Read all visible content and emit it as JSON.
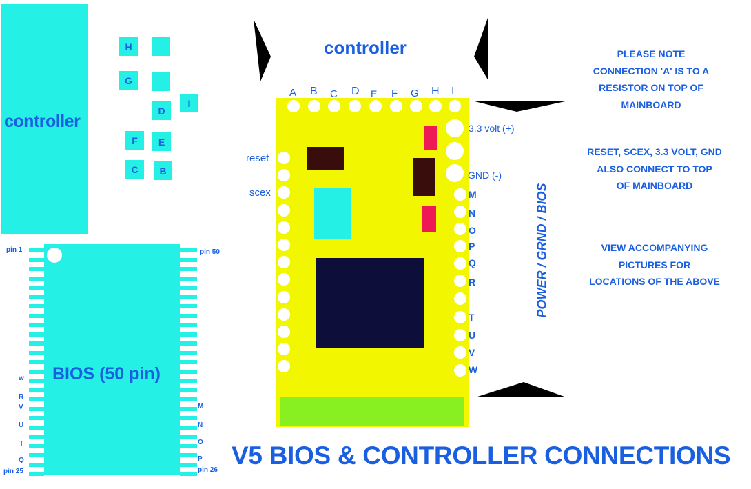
{
  "colors": {
    "accent": "#1a5fe0",
    "cyan": "#24f0e6",
    "board": "#f2f700",
    "green": "#88f020",
    "chip": "#0e0e3a",
    "brown": "#3a0d0d",
    "pink": "#ee1a55"
  },
  "left": {
    "controller_label": "controller",
    "pads": [
      "H",
      "G",
      "D",
      "I",
      "F",
      "E",
      "C",
      "B"
    ]
  },
  "bios": {
    "label": "BIOS (50 pin)",
    "pin1": "pin 1",
    "pin25": "pin 25",
    "pin50": "pin 50",
    "pin26": "pin 26",
    "left_labels": [
      "w",
      "R",
      "V",
      "U",
      "T",
      "Q"
    ],
    "right_labels": [
      "M",
      "N",
      "O",
      "P"
    ]
  },
  "board": {
    "title": "controller",
    "top_labels": [
      "A",
      "B",
      "C",
      "D",
      "E",
      "F",
      "G",
      "H",
      "I"
    ],
    "reset": "reset",
    "scex": "scex",
    "volt": "3.3 volt (+)",
    "gnd": "GND (-)",
    "right_labels": [
      "M",
      "N",
      "O",
      "P",
      "Q",
      "R",
      "T",
      "U",
      "V",
      "W"
    ]
  },
  "notes": {
    "note1": [
      "PLEASE NOTE",
      "CONNECTION 'A' IS TO A",
      "RESISTOR ON TOP OF",
      "MAINBOARD"
    ],
    "note2": [
      "RESET, SCEX, 3.3 VOLT, GND",
      "ALSO CONNECT TO TOP",
      "OF MAINBOARD"
    ],
    "note3": [
      "VIEW ACCOMPANYING",
      "PICTURES FOR",
      "LOCATIONS OF THE ABOVE"
    ],
    "vertical": "POWER / GRND / BIOS"
  },
  "title": "V5 BIOS & CONTROLLER CONNECTIONS"
}
